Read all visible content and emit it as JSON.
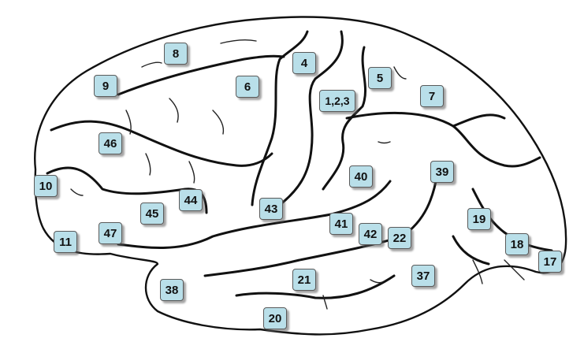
{
  "diagram": {
    "areas": [
      "8",
      "4",
      "9",
      "6",
      "5",
      "1,2,3",
      "7",
      "46",
      "40",
      "39",
      "10",
      "44",
      "43",
      "45",
      "41",
      "19",
      "47",
      "42",
      "22",
      "11",
      "18",
      "17",
      "21",
      "37",
      "38",
      "20"
    ]
  },
  "colors": {
    "label_fill": "#b9dfe9",
    "label_border": "#5a5a5a",
    "outline": "#111111"
  }
}
